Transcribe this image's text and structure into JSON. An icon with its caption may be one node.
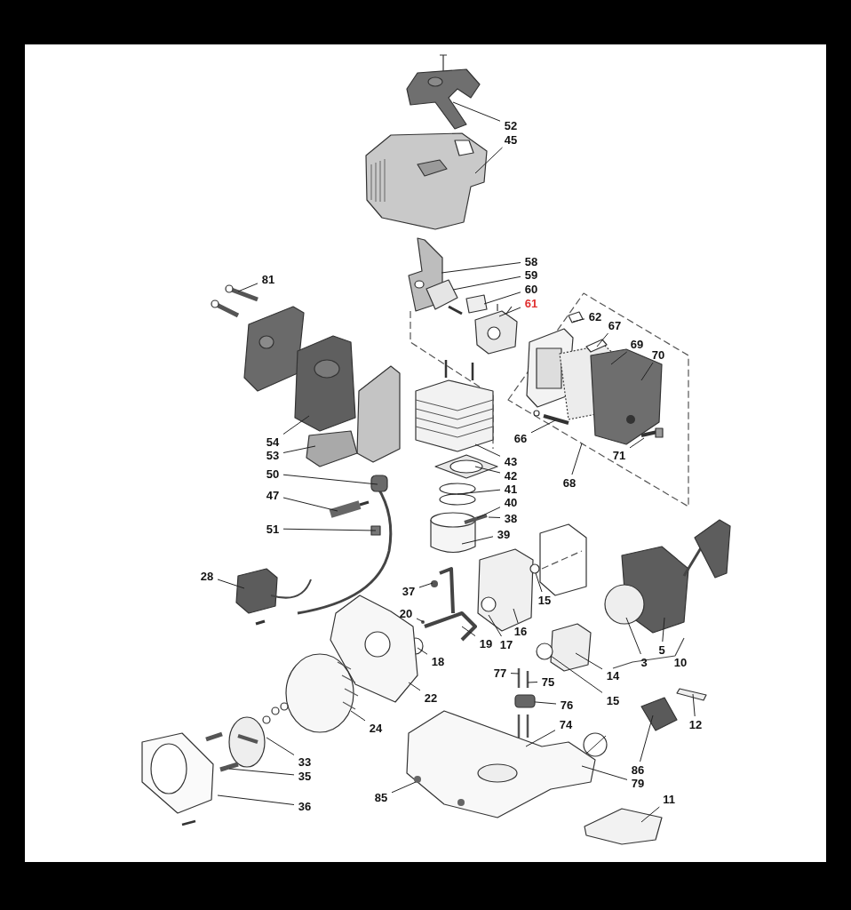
{
  "diagram": {
    "nodes": [
      {
        "text": [
          "52"
        ]
      },
      {
        "text": [
          "45"
        ]
      },
      {
        "text": [
          "58"
        ]
      },
      {
        "text": [
          "59"
        ]
      },
      {
        "text": [
          "60"
        ]
      },
      {
        "text": [
          "61"
        ]
      },
      {
        "text": [
          "81"
        ]
      },
      {
        "text": [
          "62"
        ]
      },
      {
        "text": [
          "67"
        ]
      },
      {
        "text": [
          "69"
        ]
      },
      {
        "text": [
          "70"
        ]
      },
      {
        "text": [
          "66"
        ]
      },
      {
        "text": [
          "54"
        ]
      },
      {
        "text": [
          "71"
        ]
      },
      {
        "text": [
          "53"
        ]
      },
      {
        "text": [
          "43"
        ]
      },
      {
        "text": [
          "68"
        ]
      },
      {
        "text": [
          "42"
        ]
      },
      {
        "text": [
          "50"
        ]
      },
      {
        "text": [
          "41"
        ]
      },
      {
        "text": [
          "40"
        ]
      },
      {
        "text": [
          "47"
        ]
      },
      {
        "text": [
          "38"
        ]
      },
      {
        "text": [
          "39"
        ]
      },
      {
        "text": [
          "51"
        ]
      },
      {
        "text": [
          "28"
        ]
      },
      {
        "text": [
          "37"
        ]
      },
      {
        "text": [
          "15"
        ]
      },
      {
        "text": [
          "20"
        ]
      },
      {
        "text": [
          "16"
        ]
      },
      {
        "text": [
          "19"
        ]
      },
      {
        "text": [
          "17"
        ]
      },
      {
        "text": [
          "18"
        ]
      },
      {
        "text": [
          "3"
        ]
      },
      {
        "text": [
          "5"
        ]
      },
      {
        "text": [
          "10"
        ]
      },
      {
        "text": [
          "77"
        ]
      },
      {
        "text": [
          "14"
        ]
      },
      {
        "text": [
          "75"
        ]
      },
      {
        "text": [
          "22"
        ]
      },
      {
        "text": [
          "15"
        ]
      },
      {
        "text": [
          "76"
        ]
      },
      {
        "text": [
          "12"
        ]
      },
      {
        "text": [
          "74"
        ]
      },
      {
        "text": [
          "24"
        ]
      },
      {
        "text": [
          "33"
        ]
      },
      {
        "text": [
          "86"
        ]
      },
      {
        "text": [
          "35"
        ]
      },
      {
        "text": [
          "79"
        ]
      },
      {
        "text": [
          "85"
        ]
      },
      {
        "text": [
          "11"
        ]
      },
      {
        "text": [
          "36"
        ]
      },
      {
        "text": [],
        "shape": "circle"
      },
      {
        "text": [],
        "shape": "box"
      }
    ],
    "edges": [
      {
        "from": 0,
        "to": null,
        "arrow": "none"
      },
      {
        "from": 1,
        "to": null,
        "arrow": "none"
      },
      {
        "from": 2,
        "to": null,
        "arrow": "none"
      },
      {
        "from": 3,
        "to": null,
        "arrow": "none"
      },
      {
        "from": 4,
        "to": null,
        "arrow": "none"
      },
      {
        "from": 5,
        "to": null,
        "arrow": "none"
      },
      {
        "from": 6,
        "to": null,
        "arrow": "none"
      },
      {
        "from": 7,
        "to": null,
        "arrow": "none"
      },
      {
        "from": 8,
        "to": null,
        "arrow": "none"
      },
      {
        "from": 9,
        "to": null,
        "arrow": "none"
      },
      {
        "from": 10,
        "to": null,
        "arrow": "none"
      },
      {
        "from": 11,
        "to": null,
        "arrow": "none"
      },
      {
        "from": 12,
        "to": null,
        "arrow": "none"
      },
      {
        "from": 13,
        "to": null,
        "arrow": "none"
      },
      {
        "from": 14,
        "to": null,
        "arrow": "none"
      },
      {
        "from": 15,
        "to": null,
        "arrow": "none"
      },
      {
        "from": 16,
        "to": null,
        "arrow": "none"
      },
      {
        "from": 17,
        "to": null,
        "arrow": "none"
      },
      {
        "from": 18,
        "to": null,
        "arrow": "none"
      },
      {
        "from": 19,
        "to": null,
        "arrow": "none"
      },
      {
        "from": 20,
        "to": null,
        "arrow": "none"
      },
      {
        "from": 21,
        "to": null,
        "arrow": "none"
      },
      {
        "from": 22,
        "to": null,
        "arrow": "none"
      },
      {
        "from": 23,
        "to": null,
        "arrow": "none"
      },
      {
        "from": 24,
        "to": null,
        "arrow": "none"
      },
      {
        "from": 25,
        "to": null,
        "arrow": "none"
      },
      {
        "from": 26,
        "to": null,
        "arrow": "none"
      },
      {
        "from": 27,
        "to": null,
        "arrow": "none"
      },
      {
        "from": 28,
        "to": null,
        "arrow": "none"
      },
      {
        "from": 29,
        "to": null,
        "arrow": "none"
      },
      {
        "from": 30,
        "to": null,
        "arrow": "none"
      },
      {
        "from": 31,
        "to": null,
        "arrow": "none"
      },
      {
        "from": 32,
        "to": null,
        "arrow": "none"
      },
      {
        "from": 33,
        "to": null,
        "arrow": "none"
      },
      {
        "from": 34,
        "to": null,
        "arrow": "none"
      },
      {
        "from": 36,
        "to": null,
        "arrow": "none"
      },
      {
        "from": 37,
        "to": null,
        "arrow": "none"
      },
      {
        "from": 38,
        "to": null,
        "arrow": "none"
      },
      {
        "from": 39,
        "to": null,
        "arrow": "none"
      },
      {
        "from": 40,
        "to": 52,
        "arrow": "none"
      },
      {
        "from": 41,
        "to": 53,
        "arrow": "none"
      },
      {
        "from": 42,
        "to": null,
        "arrow": "none"
      },
      {
        "from": 43,
        "to": null,
        "arrow": "none"
      },
      {
        "from": 44,
        "to": null,
        "arrow": "none"
      },
      {
        "from": 45,
        "to": null,
        "arrow": "none"
      },
      {
        "from": 46,
        "to": null,
        "arrow": "none"
      },
      {
        "from": 47,
        "to": null,
        "arrow": "none"
      },
      {
        "from": 48,
        "to": null,
        "arrow": "none"
      },
      {
        "from": 49,
        "to": null,
        "arrow": "none"
      },
      {
        "from": 50,
        "to": null,
        "arrow": "none"
      },
      {
        "from": 51,
        "to": null,
        "arrow": "none"
      }
    ]
  }
}
